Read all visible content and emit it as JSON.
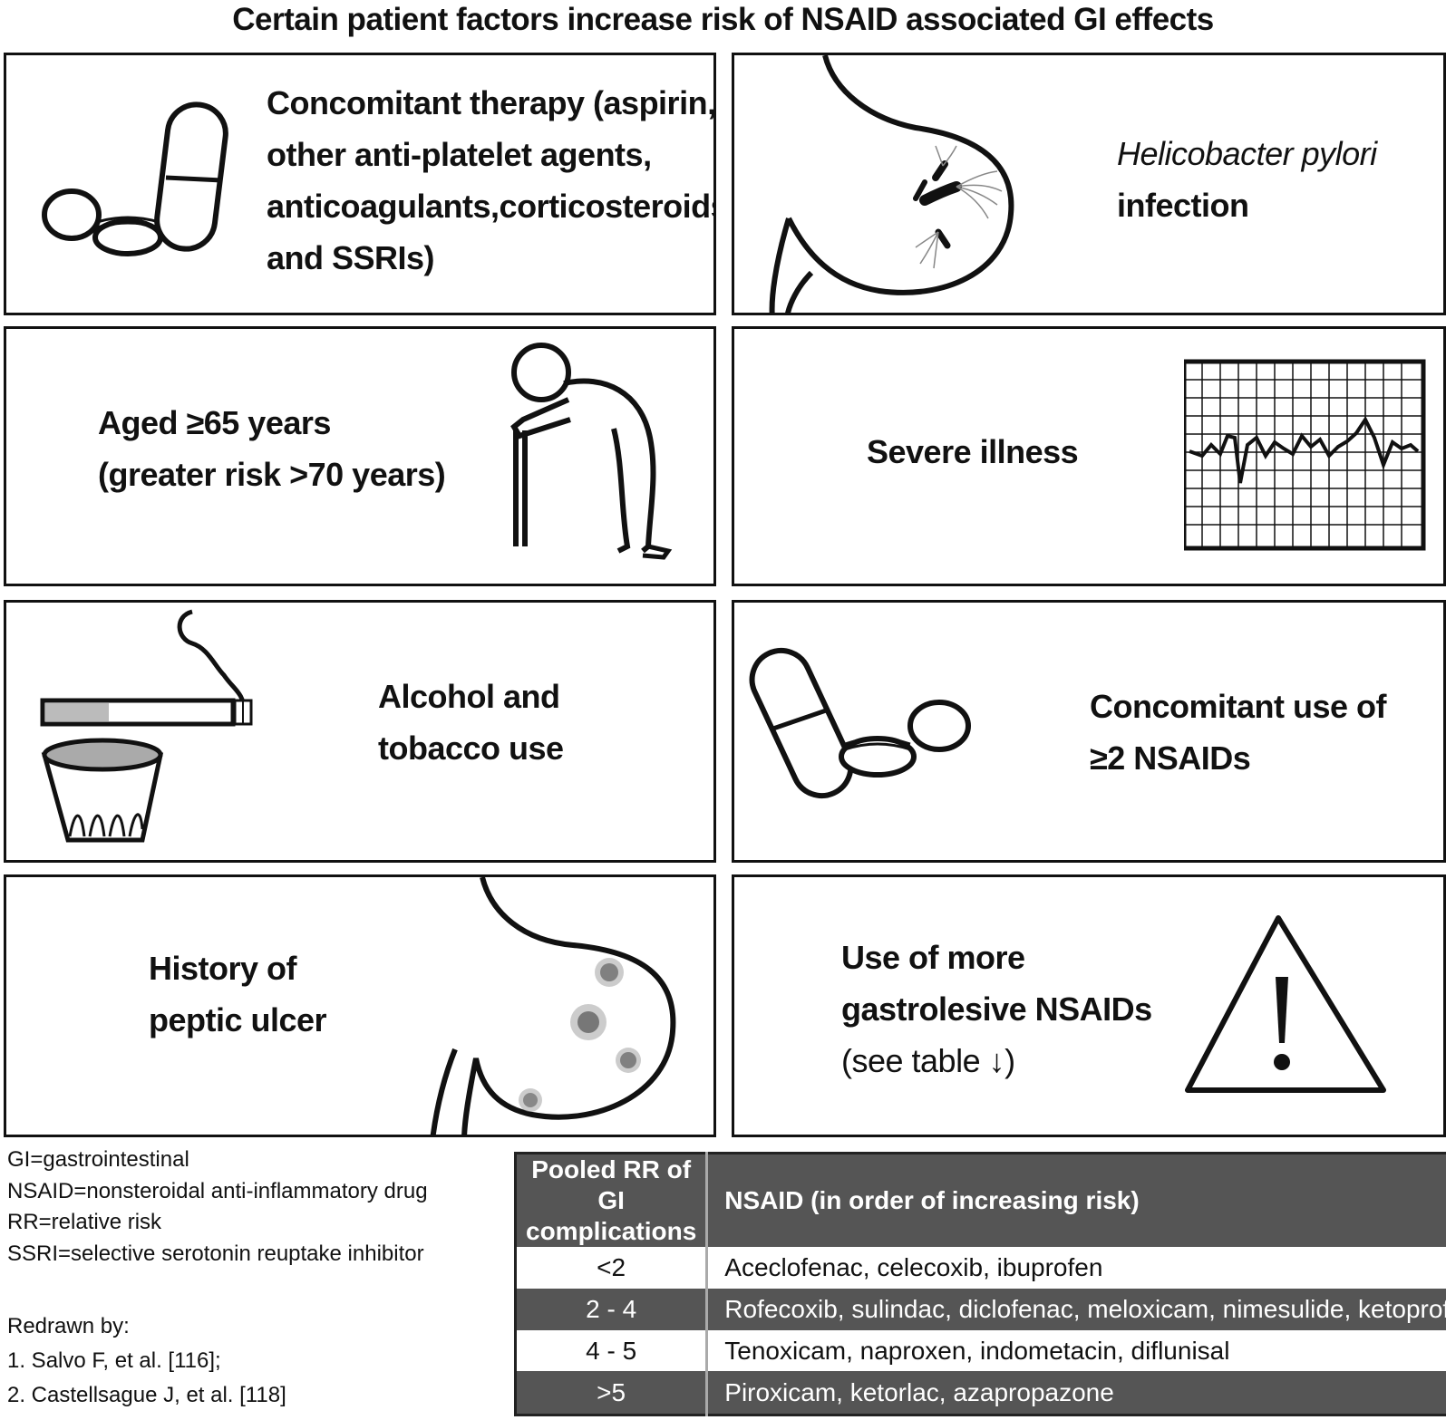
{
  "title": "Certain patient factors increase risk of NSAID associated GI effects",
  "panels": {
    "concomitant_therapy": {
      "lines": [
        "Concomitant therapy (aspirin,",
        "other anti-platelet agents,",
        "anticoagulants,corticosteroids",
        "and SSRIs)"
      ],
      "icon": "pills-icon"
    },
    "h_pylori": {
      "italic": "Helicobacter pylori",
      "line2": "infection",
      "icon": "stomach-bacteria-icon"
    },
    "aged": {
      "lines": [
        "Aged ≥65 years",
        "(greater risk >70 years)"
      ],
      "icon": "elderly-person-icon"
    },
    "severe_illness": {
      "lines": [
        "Severe illness"
      ],
      "icon": "ecg-monitor-icon"
    },
    "alcohol_tobacco": {
      "lines": [
        "Alcohol and",
        "tobacco use"
      ],
      "icon": "cigarette-glass-icon"
    },
    "two_nsaids": {
      "lines": [
        "Concomitant use of",
        "≥2 NSAIDs"
      ],
      "icon": "pills-icon"
    },
    "peptic_ulcer": {
      "lines": [
        "History of",
        "peptic ulcer"
      ],
      "icon": "stomach-ulcer-icon"
    },
    "gastrolesive": {
      "lines": [
        "Use of more",
        "gastrolesive NSAIDs"
      ],
      "note": "(see table ↓)",
      "icon": "warning-triangle-icon"
    }
  },
  "legend": [
    "GI=gastrointestinal",
    "NSAID=nonsteroidal anti-inflammatory drug",
    "RR=relative risk",
    "SSRI=selective serotonin reuptake inhibitor"
  ],
  "credits": {
    "heading": "Redrawn by:",
    "refs": [
      "1. Salvo F, et al. [116];",
      "2. Castellsague J, et al. [118]"
    ]
  },
  "table": {
    "header": {
      "col1": [
        "Pooled RR of GI",
        "complications"
      ],
      "col2": "NSAID (in order of increasing risk)"
    },
    "rows": [
      {
        "rr": "<2",
        "nsaids": "Aceclofenac, celecoxib, ibuprofen"
      },
      {
        "rr": "2 - 4",
        "nsaids": "Rofecoxib, sulindac, diclofenac, meloxicam, nimesulide, ketoprofen"
      },
      {
        "rr": "4 - 5",
        "nsaids": "Tenoxicam, naproxen, indometacin, diflunisal"
      },
      {
        "rr": ">5",
        "nsaids": "Piroxicam, ketorlac, azapropazone"
      }
    ]
  },
  "colors": {
    "header_bg": "#555555",
    "line": "#111111"
  }
}
